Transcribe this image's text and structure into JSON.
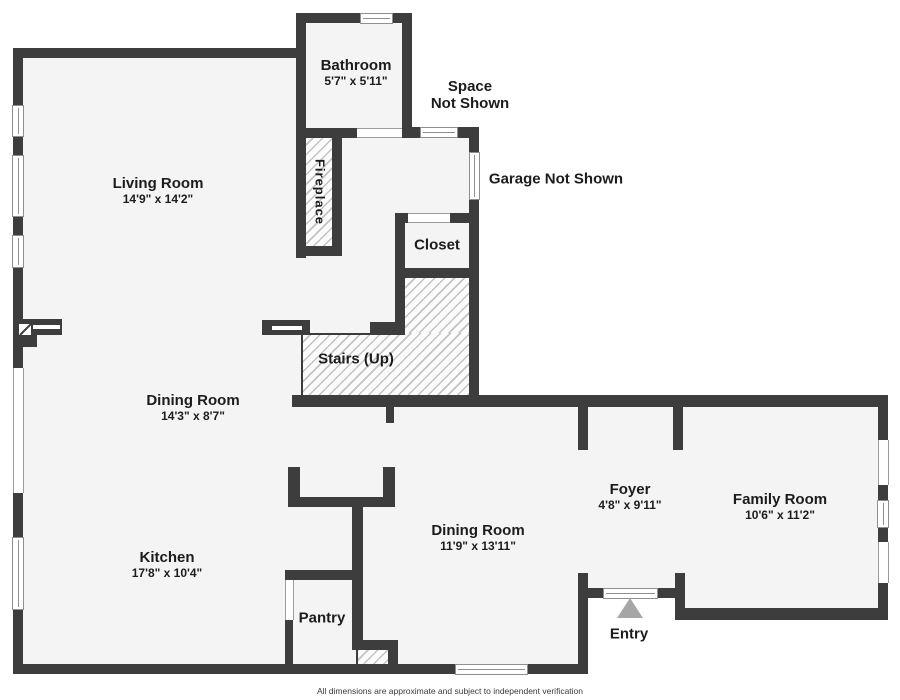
{
  "rooms": {
    "living_room": {
      "name": "Living Room",
      "dims": "14'9\" x 14'2\""
    },
    "bathroom": {
      "name": "Bathroom",
      "dims": "5'7\" x 5'11\""
    },
    "dining_room_1": {
      "name": "Dining Room",
      "dims": "14'3\" x 8'7\""
    },
    "kitchen": {
      "name": "Kitchen",
      "dims": "17'8\" x 10'4\""
    },
    "dining_room_2": {
      "name": "Dining Room",
      "dims": "11'9\" x 13'11\""
    },
    "foyer": {
      "name": "Foyer",
      "dims": "4'8\" x 9'11\""
    },
    "family_room": {
      "name": "Family Room",
      "dims": "10'6\" x 11'2\""
    }
  },
  "labels": {
    "fireplace": "Fireplace",
    "closet": "Closet",
    "stairs": "Stairs (Up)",
    "pantry": "Pantry",
    "entry": "Entry",
    "space_not_shown_line1": "Space",
    "space_not_shown_line2": "Not Shown",
    "garage_not_shown": "Garage Not Shown"
  },
  "footer": {
    "disclaimer": "All dimensions are approximate and subject to independent verification"
  },
  "colors": {
    "wall": "#3d3d3d",
    "floor": "#f4f4f5",
    "background": "#ffffff",
    "hatch_line": "#c3c3c3",
    "hatch_bg": "#fcfcfc",
    "entry_arrow": "#a6a6a6",
    "text": "#1c1c1c",
    "window_line": "#8f8f8f"
  }
}
